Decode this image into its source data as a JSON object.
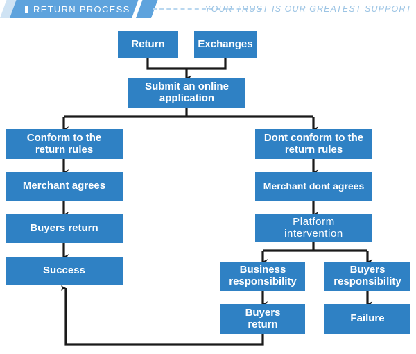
{
  "header": {
    "title": "RETURN PROCESS",
    "tagline": "YOUR TRUST IS OUR GREATEST SUPPORT",
    "plate_color": "#5ea3dd",
    "tagline_color": "#9cc4e4",
    "dash_color": "#b9d7ef"
  },
  "theme": {
    "node_fill": "#2f81c4",
    "node_text": "#ffffff",
    "connector": "#1a1a1a",
    "background": "#ffffff"
  },
  "chart_data": {
    "type": "diagram",
    "title": "RETURN PROCESS",
    "nodes": [
      {
        "id": "return",
        "label": "Return"
      },
      {
        "id": "exchanges",
        "label": "Exchanges"
      },
      {
        "id": "submit",
        "label": "Submit an online\napplication"
      },
      {
        "id": "conform",
        "label": "Conform to the\nreturn rules"
      },
      {
        "id": "merchant_agrees",
        "label": "Merchant agrees"
      },
      {
        "id": "buyers_return_l",
        "label": "Buyers return"
      },
      {
        "id": "success",
        "label": "Success"
      },
      {
        "id": "dont_conform",
        "label": "Dont conform to the\nreturn rules"
      },
      {
        "id": "merchant_dont",
        "label": "Merchant dont agrees"
      },
      {
        "id": "platform",
        "label": "Platform\nintervention"
      },
      {
        "id": "business_resp",
        "label": "Business\nresponsibility"
      },
      {
        "id": "buyers_resp",
        "label": "Buyers\nresponsibility"
      },
      {
        "id": "buyers_return_r",
        "label": "Buyers\nreturn"
      },
      {
        "id": "failure",
        "label": "Failure"
      }
    ],
    "edges": [
      {
        "from": "return",
        "to": "submit"
      },
      {
        "from": "exchanges",
        "to": "submit"
      },
      {
        "from": "submit",
        "to": "conform"
      },
      {
        "from": "submit",
        "to": "dont_conform"
      },
      {
        "from": "conform",
        "to": "merchant_agrees"
      },
      {
        "from": "merchant_agrees",
        "to": "buyers_return_l"
      },
      {
        "from": "buyers_return_l",
        "to": "success"
      },
      {
        "from": "dont_conform",
        "to": "merchant_dont"
      },
      {
        "from": "merchant_dont",
        "to": "platform"
      },
      {
        "from": "platform",
        "to": "business_resp"
      },
      {
        "from": "platform",
        "to": "buyers_resp"
      },
      {
        "from": "business_resp",
        "to": "buyers_return_r"
      },
      {
        "from": "buyers_resp",
        "to": "failure"
      },
      {
        "from": "buyers_return_r",
        "to": "success"
      }
    ]
  }
}
